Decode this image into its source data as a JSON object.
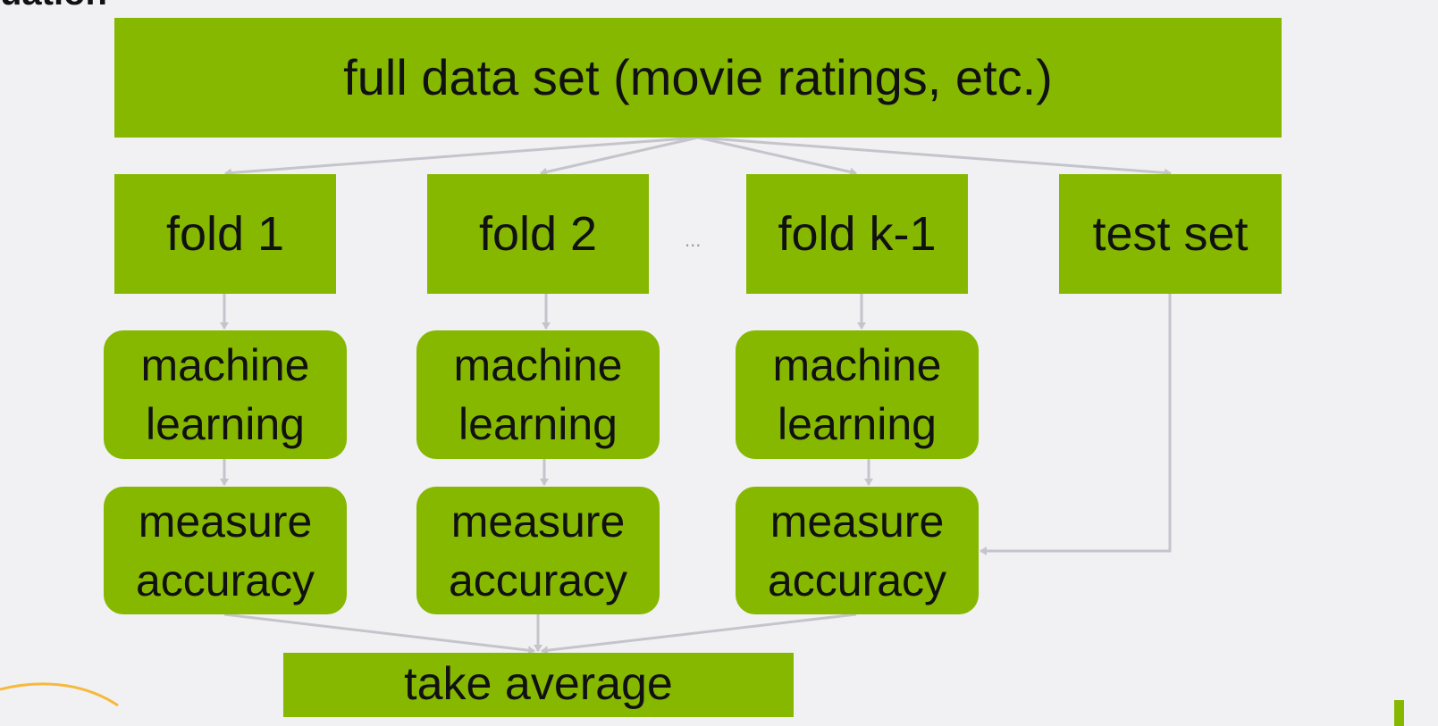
{
  "colors": {
    "box_fill": "#86b800",
    "text": "#111111",
    "connector": "#c4c4cc",
    "background": "#f1f1f3",
    "decor_orange": "#f6b93b"
  },
  "slide_title_fragment": "uation",
  "full_data": "full data set (movie ratings, etc.)",
  "folds": [
    {
      "label": "fold 1",
      "ml_line1": "machine",
      "ml_line2": "learning",
      "acc_line1": "measure",
      "acc_line2": "accuracy"
    },
    {
      "label": "fold 2",
      "ml_line1": "machine",
      "ml_line2": "learning",
      "acc_line1": "measure",
      "acc_line2": "accuracy"
    },
    {
      "label": "fold k-1",
      "ml_line1": "machine",
      "ml_line2": "learning",
      "acc_line1": "measure",
      "acc_line2": "accuracy"
    }
  ],
  "ellipsis": "...",
  "test_set": "test set",
  "take_average": "take average"
}
